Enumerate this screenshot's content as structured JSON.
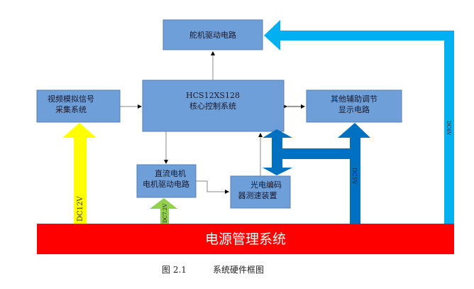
{
  "blocks": {
    "servo": "舵机驱动电路",
    "core_line1": "HCS12XS128",
    "core_line2": "核心控制系统",
    "video_line1": "视频模拟信号",
    "video_line2": "采集系统",
    "aux_line1": "其他辅助调节",
    "aux_line2": "显示电路",
    "dc_line1": "直流电机",
    "dc_line2": "电机驱动电路",
    "enc_line1": "光电编码",
    "enc_line2": "器测速装置",
    "power": "电源管理系统"
  },
  "voltages": {
    "yellow": "DC12V",
    "green": "DC7.2V",
    "dark_blue": "DC5V",
    "light_blue": "DC6V"
  },
  "caption": {
    "number": "图 2.1",
    "title": "系统硬件框图"
  },
  "colors": {
    "block": "#6f9fd8",
    "power": "#ff0000",
    "yellow": "#ffff00",
    "green": "#92d050",
    "dark_blue": "#0070c0",
    "light_blue": "#00b0f0"
  }
}
